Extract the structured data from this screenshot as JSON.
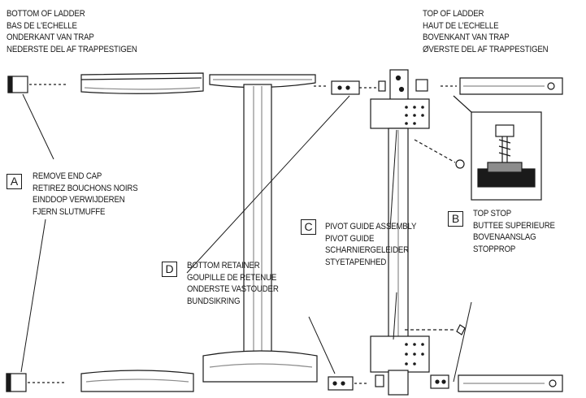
{
  "top_left_caption": [
    "BOTTOM OF LADDER",
    "BAS DE L'ECHELLE",
    "ONDERKANT VAN TRAP",
    "NEDERSTE DEL AF TRAPPESTIGEN"
  ],
  "top_right_caption": [
    "TOP OF LADDER",
    "HAUT DE L'ECHELLE",
    "BOVENKANT VAN TRAP",
    "ØVERSTE DEL AF TRAPPESTIGEN"
  ],
  "callouts": {
    "a": {
      "letter": "A",
      "lines": [
        "REMOVE END CAP",
        "RETIREZ BOUCHONS NOIRS",
        "EINDDOP VERWIJDEREN",
        "FJERN SLUTMUFFE"
      ]
    },
    "b": {
      "letter": "B",
      "lines": [
        "TOP STOP",
        "BUTTEE SUPERIEURE",
        "BOVENAANSLAG",
        "STOPPROP"
      ]
    },
    "c": {
      "letter": "C",
      "lines": [
        "PIVOT GUIDE ASSEMBLY",
        "PIVOT GUIDE",
        "SCHARNIERGELEIDER",
        "STYETAPENHED"
      ]
    },
    "d": {
      "letter": "D",
      "lines": [
        "BOTTOM RETAINER",
        "GOUPILLE DE RETENUE",
        "ONDERSTE VASTOUDER",
        "BUNDSIKRING"
      ]
    }
  },
  "colors": {
    "ink": "#1a1a1a",
    "shade": "#8c8c8c",
    "paper": "#ffffff"
  }
}
